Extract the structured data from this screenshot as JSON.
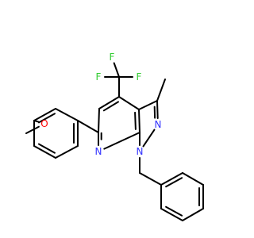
{
  "diagram": {
    "type": "chemical-structure",
    "colors": {
      "background": "#ffffff",
      "bond": "#000000",
      "carbon_label": "#000000",
      "nitrogen": "#3333ff",
      "oxygen": "#ff0000",
      "fluorine": "#33cc33"
    },
    "atoms": {
      "f_top": "F",
      "f_left": "F",
      "f_right": "F",
      "o_methoxy": "O",
      "n_pyridine": "N",
      "n_pyrazole_1": "N",
      "n_pyrazole_2": "N"
    }
  }
}
